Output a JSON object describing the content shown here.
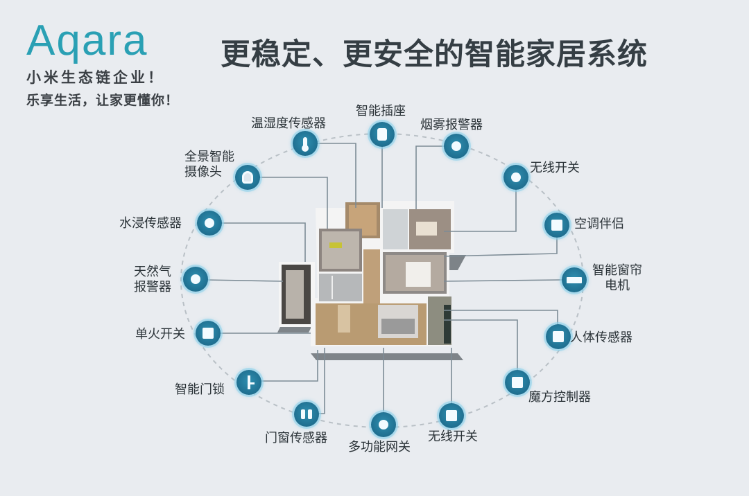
{
  "logo": {
    "brand": "Aqara",
    "tagline1": "小米生态链企业！",
    "tagline2": "乐享生活，让家更懂你！"
  },
  "headline": "更稳定、更安全的智能家居系统",
  "colors": {
    "background": "#e9ecf0",
    "brand_teal": "#2aa0b4",
    "node_blue": "#1f6f90",
    "connector_line": "#7d8c96",
    "dashed_circle": "#b9c0c6",
    "text": "#2b3338"
  },
  "devices": [
    {
      "id": "temp-humidity",
      "label": "温湿度传感器",
      "icon": "thermometer-icon"
    },
    {
      "id": "smart-plug",
      "label": "智能插座",
      "icon": "plug-icon"
    },
    {
      "id": "smoke-alarm",
      "label": "烟雾报警器",
      "icon": "smoke-detector-icon"
    },
    {
      "id": "wireless-switch-top",
      "label": "无线开关",
      "icon": "wireless-switch-icon"
    },
    {
      "id": "ac-companion",
      "label": "空调伴侣",
      "icon": "ac-companion-icon"
    },
    {
      "id": "curtain-motor",
      "label_line1": "智能窗帘",
      "label_line2": "电机",
      "icon": "curtain-motor-icon"
    },
    {
      "id": "motion-sensor",
      "label": "人体传感器",
      "icon": "motion-sensor-icon"
    },
    {
      "id": "magic-cube",
      "label": "魔方控制器",
      "icon": "cube-controller-icon"
    },
    {
      "id": "wireless-switch-bottom",
      "label": "无线开关",
      "icon": "wireless-switch-icon"
    },
    {
      "id": "gateway",
      "label": "多功能网关",
      "icon": "gateway-icon"
    },
    {
      "id": "door-window",
      "label": "门窗传感器",
      "icon": "door-window-sensor-icon"
    },
    {
      "id": "smart-lock",
      "label": "智能门锁",
      "icon": "lock-icon"
    },
    {
      "id": "single-fire-switch",
      "label": "单火开关",
      "icon": "wall-switch-icon"
    },
    {
      "id": "gas-alarm",
      "label_line1": "天然气",
      "label_line2": "报警器",
      "icon": "gas-alarm-icon"
    },
    {
      "id": "water-leak",
      "label": "水浸传感器",
      "icon": "water-leak-icon"
    },
    {
      "id": "panoramic-camera",
      "label_line1": "全景智能",
      "label_line2": "摄像头",
      "icon": "camera-icon"
    }
  ]
}
